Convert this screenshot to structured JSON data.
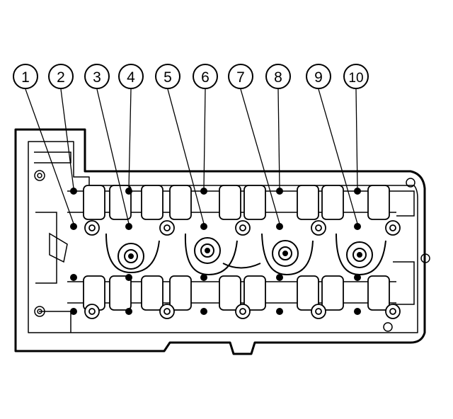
{
  "figure": {
    "subject": "cylinder head bolt tightening sequence",
    "line_color": "#000000",
    "background_color": "#ffffff"
  },
  "callouts": [
    {
      "label": "1"
    },
    {
      "label": "2"
    },
    {
      "label": "3"
    },
    {
      "label": "4"
    },
    {
      "label": "5"
    },
    {
      "label": "6"
    },
    {
      "label": "7"
    },
    {
      "label": "8"
    },
    {
      "label": "9"
    },
    {
      "label": "10"
    }
  ]
}
